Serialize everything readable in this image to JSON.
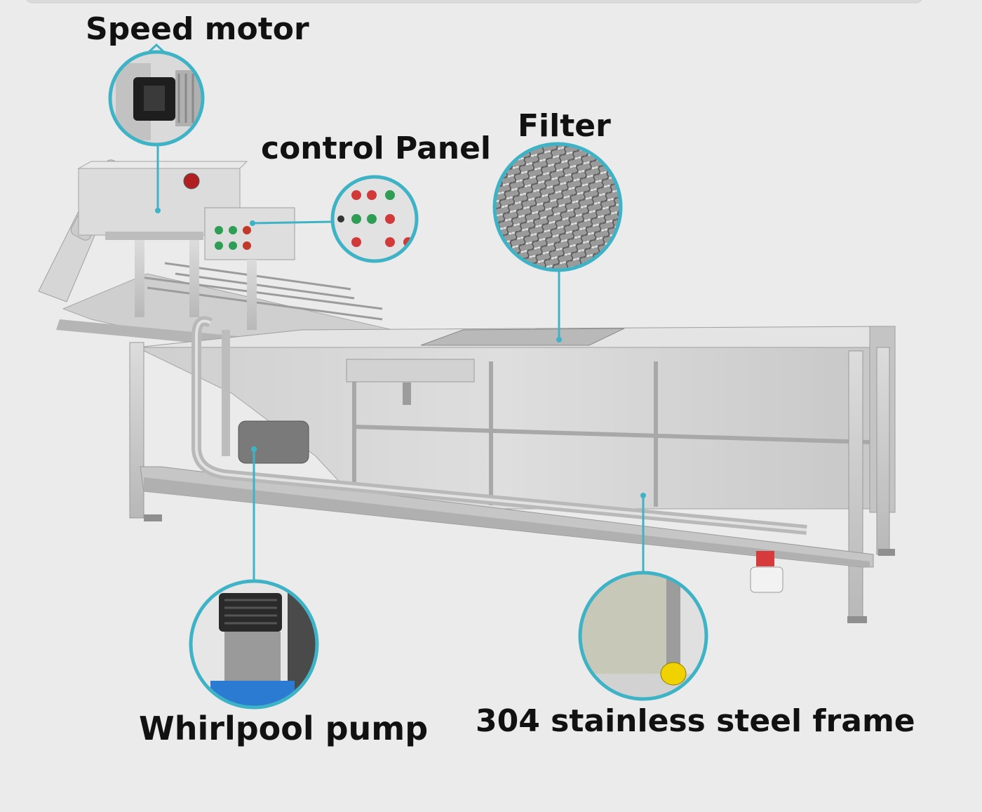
{
  "colors": {
    "accent": "#3fb3c6",
    "background": "#ebebeb",
    "steel": "#c9c9c9",
    "label_text": "#111111"
  },
  "callouts": [
    {
      "label": "Speed motor",
      "icon": "speed-motor-closeup"
    },
    {
      "label": "control Panel",
      "icon": "control-panel-closeup"
    },
    {
      "label": "Filter",
      "icon": "filter-mesh-closeup"
    },
    {
      "label": "Whirlpool pump",
      "icon": "whirlpool-pump-closeup"
    },
    {
      "label": "304 stainless steel frame",
      "icon": "steel-frame-closeup"
    }
  ]
}
